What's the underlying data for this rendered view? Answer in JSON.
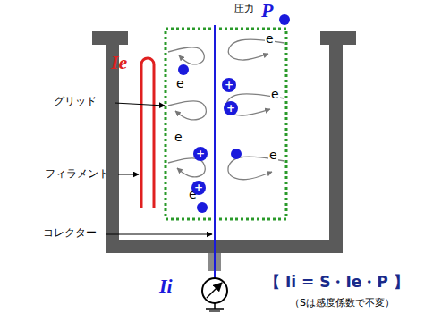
{
  "diagram": {
    "nodes": [
      {
        "text": [
          "+"
        ]
      },
      {
        "text": [
          "+"
        ]
      },
      {
        "text": [
          "+"
        ]
      },
      {
        "text": [
          "+"
        ]
      }
    ],
    "labels": [
      "圧力",
      "P",
      "Ie",
      "グリッド",
      "フィラメント",
      "コレクター",
      "Ii",
      "【 Ii = S・Ie・P 】",
      "（Sは感度係数で不変）",
      "e",
      "e",
      "e",
      "e",
      "e",
      "e"
    ]
  }
}
